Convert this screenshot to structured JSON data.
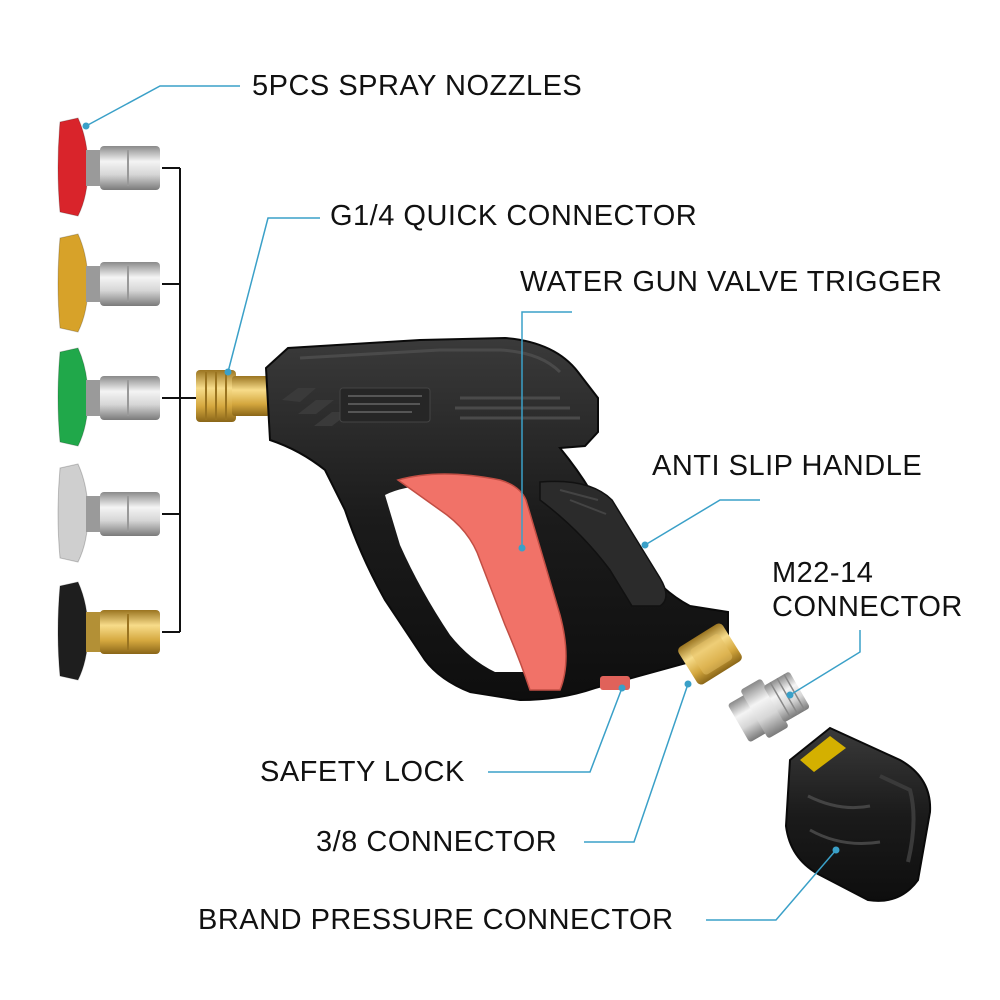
{
  "labels": {
    "spray_nozzles": "5PCS SPRAY NOZZLES",
    "quick_connector": "G1/4 QUICK CONNECTOR",
    "valve_trigger": "WATER GUN VALVE TRIGGER",
    "anti_slip_handle": "ANTI SLIP HANDLE",
    "m22_line1": "M22-14",
    "m22_line2": "CONNECTOR",
    "safety_lock": "SAFETY LOCK",
    "connector_38": "3/8 CONNECTOR",
    "brand_pressure": "BRAND PRESSURE CONNECTOR"
  },
  "nozzle_colors": [
    "#d9242b",
    "#d7a229",
    "#20a84a",
    "#cfcfcf",
    "#1e1e1e"
  ],
  "colors": {
    "leader_line": "#3aa0c8",
    "gun_body": "#1c1c1c",
    "trigger": "#f17268",
    "brass": "#d9b04a",
    "steel": "#c8c8c8"
  }
}
